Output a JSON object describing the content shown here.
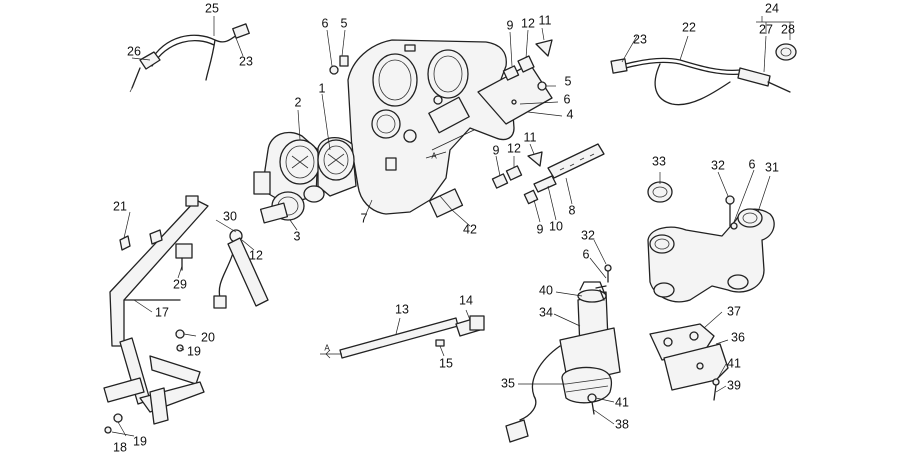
{
  "callouts": {
    "c1": "1",
    "c2": "2",
    "c3": "3",
    "c4": "4",
    "c5a": "5",
    "c5b": "5",
    "c6a": "6",
    "c6b": "6",
    "c6c": "6",
    "c6d": "6",
    "c7": "7",
    "c8": "8",
    "c9a": "9",
    "c9b": "9",
    "c9c": "9",
    "c10": "10",
    "c11a": "11",
    "c11b": "11",
    "c12a": "12",
    "c12b": "12",
    "c12c": "12",
    "c13": "13",
    "c14": "14",
    "c15": "15",
    "c17": "17",
    "c18": "18",
    "c19a": "19",
    "c19b": "19",
    "c20": "20",
    "c21": "21",
    "c22": "22",
    "c23a": "23",
    "c23b": "23",
    "c24": "24",
    "c25": "25",
    "c26": "26",
    "c27": "27",
    "c28": "28",
    "c29": "29",
    "c30": "30",
    "c31": "31",
    "c32a": "32",
    "c32b": "32",
    "c33": "33",
    "c34": "34",
    "c35": "35",
    "c36": "36",
    "c37": "37",
    "c38": "38",
    "c39": "39",
    "c40": "40",
    "c41a": "41",
    "c41b": "41",
    "c42": "42",
    "marker_a1": "A",
    "marker_a2": "A"
  }
}
